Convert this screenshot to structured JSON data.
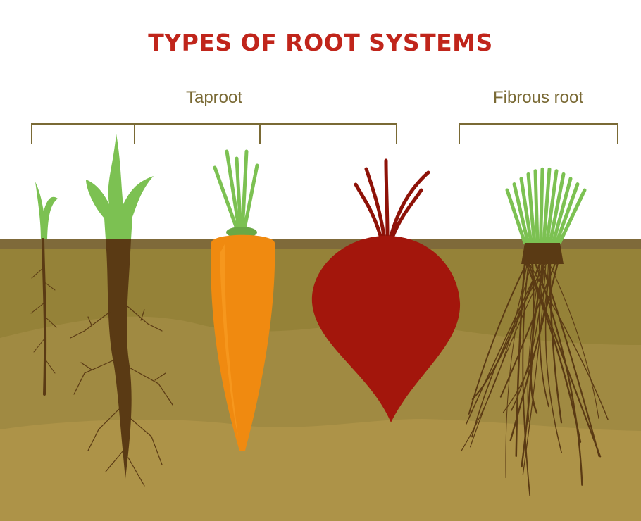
{
  "title": "TYPES OF ROOT SYSTEMS",
  "groups": {
    "taproot": "Taproot",
    "fibrous": "Fibrous root"
  },
  "colors": {
    "title": "#c0251b",
    "label": "#7a6a35",
    "soil_top": "#7f6a3a",
    "soil_1": "#958238",
    "soil_2": "#a08a42",
    "soil_3": "#ad9348",
    "leaf": "#7cc152",
    "carrot": "#f08a10",
    "beet": "#a3160c",
    "root": "#5a3a14"
  }
}
